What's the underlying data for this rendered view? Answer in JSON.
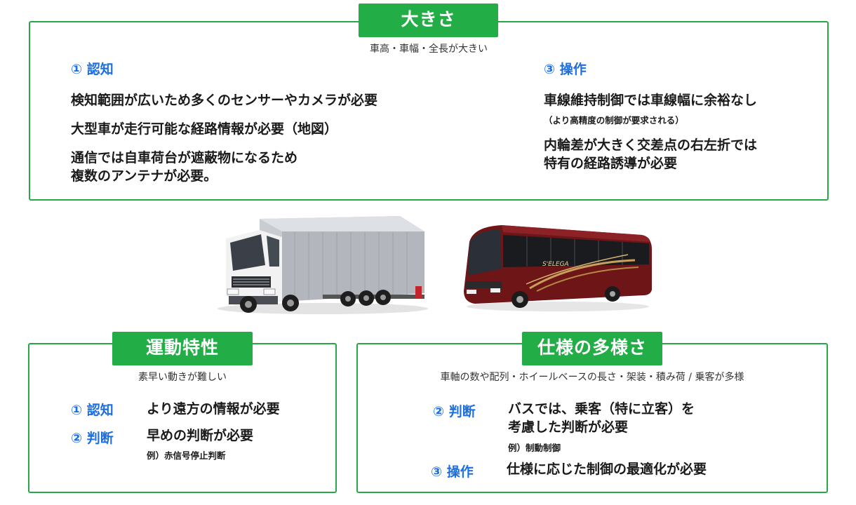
{
  "size_section": {
    "tag": "大きさ",
    "subtitle": "車高・車幅・全長が大きい",
    "recognition": {
      "label": "① 認知",
      "items": [
        "検知範囲が広いため多くのセンサーやカメラが必要",
        "大型車が走行可能な経路情報が必要（地図）",
        "通信では自車荷台が遮蔽物になるため",
        "複数のアンテナが必要。"
      ]
    },
    "operation": {
      "label": "③ 操作",
      "item1": "車線維持制御では車線幅に余裕なし",
      "item1_note": "（より高精度の制御が要求される）",
      "item2_line1": "内輪差が大きく交差点の右左折では",
      "item2_line2": "特有の経路誘導が必要"
    }
  },
  "vehicles": {
    "truck_icon": "truck-image",
    "bus_icon": "bus-image",
    "bus_lettering": "S'ELEGA"
  },
  "motion_section": {
    "tag": "運動特性",
    "subtitle": "素早い動きが難しい",
    "recognition_label": "① 認知",
    "recognition_text": "より遠方の情報が必要",
    "judgment_label": "② 判断",
    "judgment_text": "早めの判断が必要",
    "judgment_example": "例）赤信号停止判断"
  },
  "spec_section": {
    "tag": "仕様の多様さ",
    "subtitle": "車軸の数や配列・ホイールベースの長さ・架装・積み荷 / 乗客が多様",
    "judgment_label": "② 判断",
    "judgment_line1": "バスでは、乗客（特に立客）を",
    "judgment_line2": "考慮した判断が必要",
    "judgment_example": "例）制動制御",
    "operation_label": "③ 操作",
    "operation_text": "仕様に応じた制御の最適化が必要"
  },
  "colors": {
    "accent_green": "#22ad47",
    "label_blue": "#1d6fe0"
  }
}
